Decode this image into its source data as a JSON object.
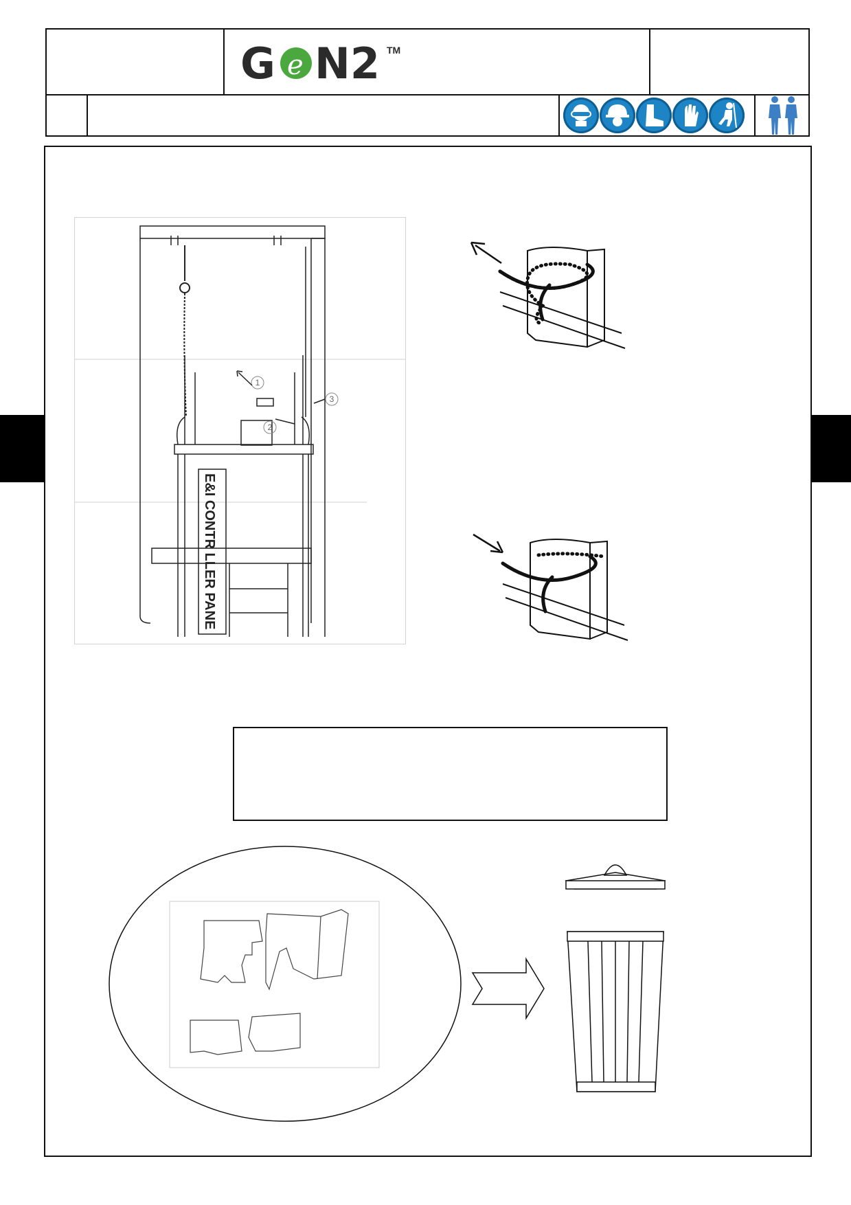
{
  "header": {
    "logo": {
      "brand": "GeN2",
      "trademark": "TM"
    },
    "ppe_icons": [
      "eye-protection-icon",
      "hard-hat-icon",
      "safety-boots-icon",
      "safety-gloves-icon",
      "fall-harness-icon"
    ],
    "personnel_icon": "two-persons-icon"
  },
  "figure_main": {
    "callouts": [
      "1",
      "2",
      "3"
    ],
    "panel_label": "E&I CONTR    LLER PANE"
  },
  "colors": {
    "ppe_blue": "#1d84c6",
    "line": "#111111"
  }
}
